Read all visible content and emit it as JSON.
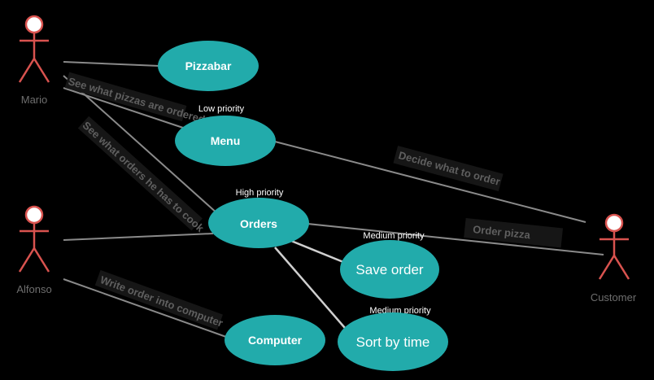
{
  "colors": {
    "background": "#000000",
    "usecase_fill": "#22abab",
    "actor_stroke": "#d9534f",
    "line": "#8a8a8a",
    "include_line": "#cfcfcf",
    "label_bg": "#1a1a1a"
  },
  "actors": {
    "mario": "Mario",
    "alfonso": "Alfonso",
    "customer": "Customer"
  },
  "usecases": {
    "pizzabar": "Pizzabar",
    "menu": "Menu",
    "orders": "Orders",
    "save_order": "Save order",
    "sort_by_time": "Sort by time",
    "computer": "Computer"
  },
  "priorities": {
    "menu": "Low priority",
    "orders": "High priority",
    "save_order": "Medium priority",
    "sort_by_time": "Medium priority"
  },
  "edge_labels": {
    "mario_menu": "See what pizzas are ordered",
    "mario_orders": "See what orders he has to cook",
    "customer_menu": "Decide what to order",
    "customer_orders": "Order pizza",
    "alfonso_computer": "Write order into computer"
  }
}
